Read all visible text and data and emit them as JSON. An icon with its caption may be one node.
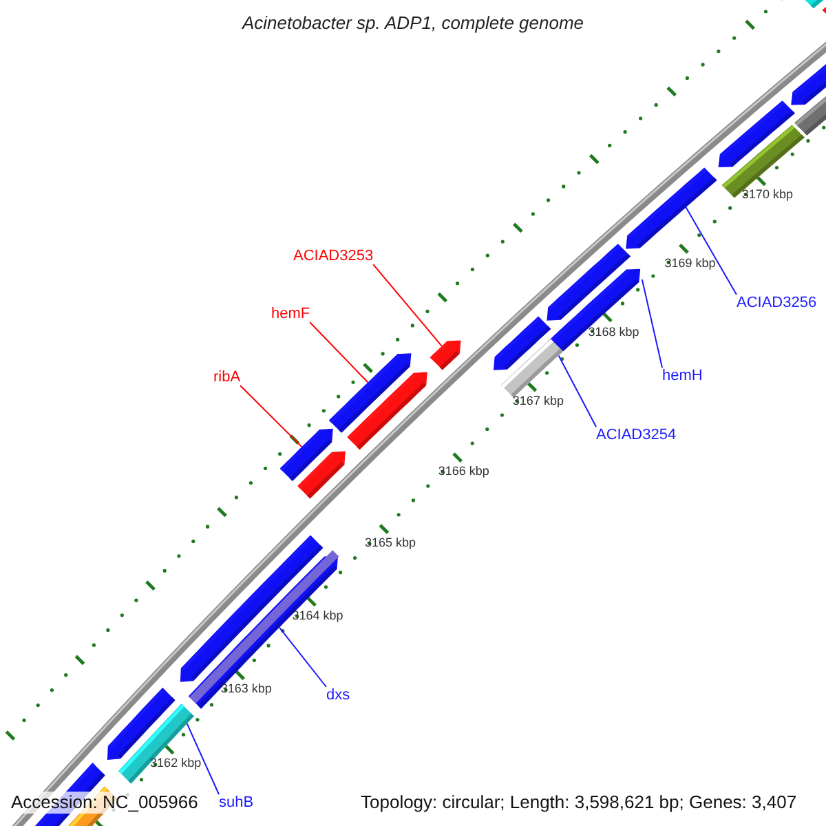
{
  "diagram": {
    "title": "Acinetobacter sp. ADP1, complete genome",
    "nodes": [
      {
        "text": [
          "ACIAD3253"
        ]
      },
      {
        "text": [
          "hemF"
        ]
      },
      {
        "text": [
          "ribA"
        ]
      },
      {
        "text": [
          "ACIAD3256"
        ]
      },
      {
        "text": [
          "hemH"
        ]
      },
      {
        "text": [
          "ACIAD3254"
        ]
      },
      {
        "text": [
          "dxs"
        ]
      },
      {
        "text": [
          "suhB"
        ]
      },
      {
        "text": [],
        "shape": "arrow"
      },
      {
        "text": [],
        "shape": "arrow"
      },
      {
        "text": [],
        "shape": "arrow"
      },
      {
        "text": [],
        "shape": "arrow"
      },
      {
        "text": [],
        "shape": "arrow"
      },
      {
        "text": [],
        "shape": "bar"
      },
      {
        "text": [],
        "shape": "arrow"
      },
      {
        "text": [],
        "shape": "bar"
      }
    ],
    "edges": [
      {
        "from": 0,
        "to": 8,
        "arrow": "none",
        "color": "#ff0000"
      },
      {
        "from": 1,
        "to": 9,
        "arrow": "none",
        "color": "#ff0000"
      },
      {
        "from": 2,
        "to": 10,
        "arrow": "none",
        "color": "#ff0000"
      },
      {
        "from": 3,
        "to": 11,
        "arrow": "none"
      },
      {
        "from": 4,
        "to": 12,
        "arrow": "none"
      },
      {
        "from": 5,
        "to": 13,
        "arrow": "none"
      },
      {
        "from": 6,
        "to": 14,
        "arrow": "none"
      },
      {
        "from": 7,
        "to": 15,
        "arrow": "none"
      }
    ],
    "labels": [
      "3170 kbp",
      "3169 kbp",
      "3168 kbp",
      "3167 kbp",
      "3166 kbp",
      "3165 kbp",
      "3164 kbp",
      "3163 kbp",
      "3162 kbp",
      "Accession: NC_005966",
      "Topology: circular; Length: 3,598,621 bp; Genes: 3,407"
    ]
  }
}
